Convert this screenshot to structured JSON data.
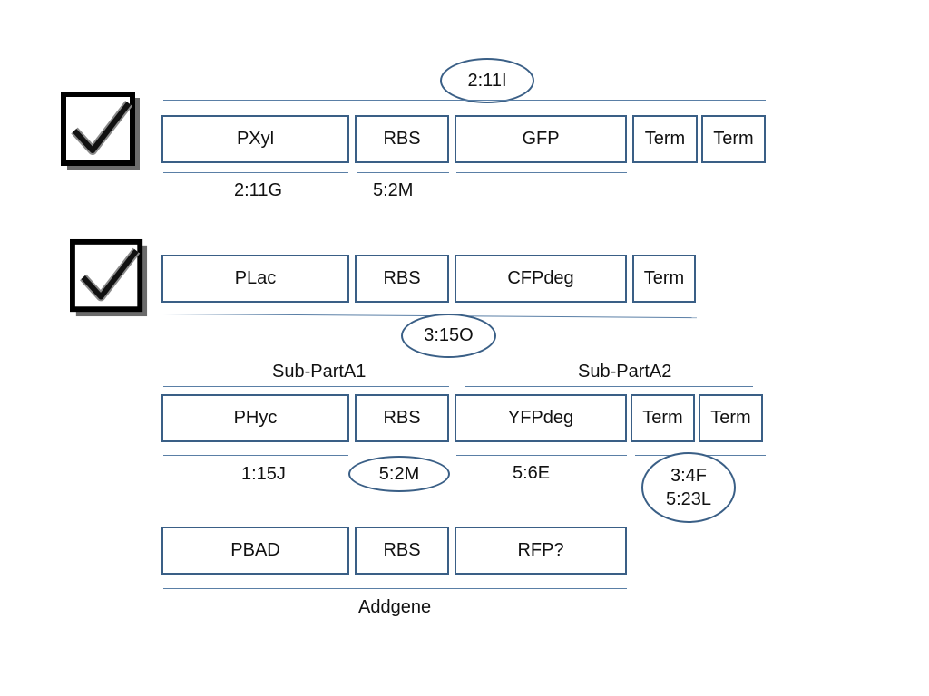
{
  "colors": {
    "box_border": "#3a5f86",
    "line": "#5a7fa6"
  },
  "checks": {
    "icon1": "checkbox-checked",
    "icon2": "checkbox-checked"
  },
  "row1": {
    "tag": "2:11I",
    "parts": [
      "PXyl",
      "RBS",
      "GFP",
      "Term",
      "Term"
    ],
    "under1": "2:11G",
    "under2": "5:2M"
  },
  "row2": {
    "parts": [
      "PLac",
      "RBS",
      "CFPdeg",
      "Term"
    ],
    "tag": "3:15O"
  },
  "row3": {
    "header1": "Sub-PartA1",
    "header2": "Sub-PartA2",
    "parts": [
      "PHyc",
      "RBS",
      "YFPdeg",
      "Term",
      "Term"
    ],
    "under1": "1:15J",
    "under2": "5:2M",
    "under3": "5:6E",
    "under4a": "3:4F",
    "under4b": "5:23L"
  },
  "row4": {
    "parts": [
      "PBAD",
      "RBS",
      "RFP?"
    ],
    "source": "Addgene"
  }
}
